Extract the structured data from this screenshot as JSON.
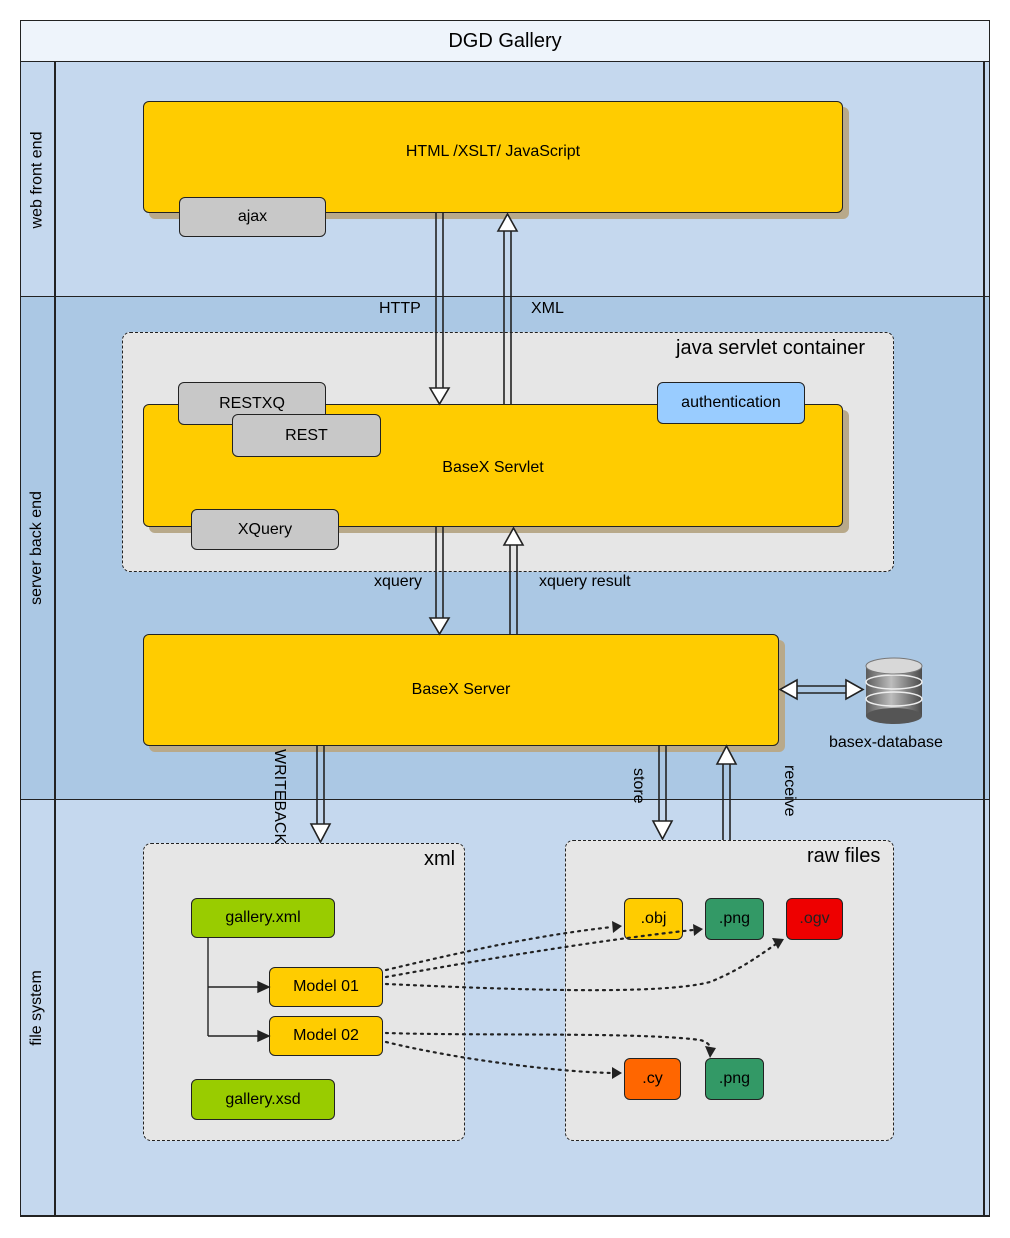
{
  "title": "DGD Gallery",
  "lanes": {
    "web": "web front end",
    "server": "server back end",
    "fs": "file system"
  },
  "web": {
    "frontend": "HTML /XSLT/ JavaScript",
    "ajax": "ajax"
  },
  "arrows": {
    "http": "HTTP",
    "xml": "XML",
    "xquery": "xquery",
    "xquery_result": "xquery result",
    "writeback": "WRITEBACK",
    "store": "store",
    "receive": "receive"
  },
  "servlet": {
    "container": "java servlet container",
    "restxq": "RESTXQ",
    "rest": "REST",
    "servlet": "BaseX Servlet",
    "xquery": "XQuery",
    "authentication": "authentication"
  },
  "server": {
    "name": "BaseX Server",
    "database": "basex-database"
  },
  "xml": {
    "title": "xml",
    "gallery_xml": "gallery.xml",
    "model01": "Model 01",
    "model02": "Model 02",
    "gallery_xsd": "gallery.xsd"
  },
  "raw": {
    "title": "raw files",
    "obj": ".obj",
    "png1": ".png",
    "ogv": ".ogv",
    "cy": ".cy",
    "png2": ".png"
  },
  "colors": {
    "lane_light": "#c5d8ee",
    "lane_mid": "#abc8e4",
    "gold": "#ffcc00",
    "grey": "#c8c8c8",
    "green": "#99cc00",
    "dark_green": "#339966",
    "orange": "#ff6600",
    "red": "#ee0000",
    "blue": "#99ccff"
  }
}
